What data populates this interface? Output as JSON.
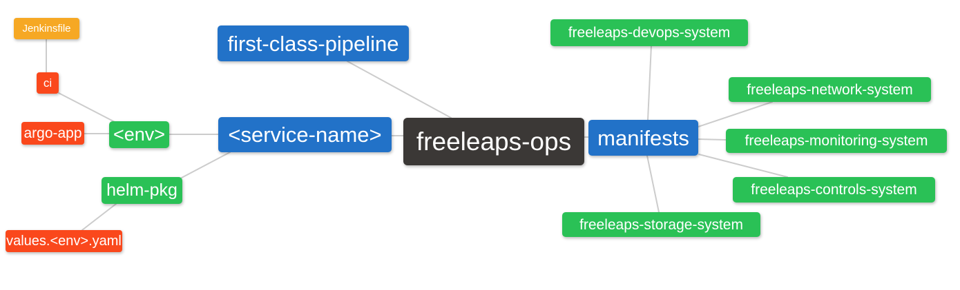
{
  "diagram": {
    "type": "mindmap",
    "root_label": "freeleaps-ops",
    "palette": {
      "blue": "#2272C8",
      "green": "#2AC156",
      "red": "#FA481C",
      "orange": "#F6A824",
      "dark": "#3B3836",
      "edge": "#CCCCCC",
      "text": "#FFFFFF",
      "background": "#FFFFFF"
    },
    "nodes": [
      {
        "id": "jenkinsfile",
        "label": "Jenkinsfile",
        "color": "orange"
      },
      {
        "id": "ci",
        "label": "ci",
        "color": "red"
      },
      {
        "id": "argo-app",
        "label": "argo-app",
        "color": "red"
      },
      {
        "id": "env",
        "label": "<env>",
        "color": "green"
      },
      {
        "id": "first-class-pipeline",
        "label": "first-class-pipeline",
        "color": "blue"
      },
      {
        "id": "service-name",
        "label": "<service-name>",
        "color": "blue"
      },
      {
        "id": "helm-pkg",
        "label": "helm-pkg",
        "color": "green"
      },
      {
        "id": "values-env-yaml",
        "label": "values.<env>.yaml",
        "color": "red"
      },
      {
        "id": "freeleaps-ops",
        "label": "freeleaps-ops",
        "color": "dark"
      },
      {
        "id": "manifests",
        "label": "manifests",
        "color": "blue"
      },
      {
        "id": "freeleaps-devops-system",
        "label": "freeleaps-devops-system",
        "color": "green"
      },
      {
        "id": "freeleaps-network-system",
        "label": "freeleaps-network-system",
        "color": "green"
      },
      {
        "id": "freeleaps-monitoring-system",
        "label": "freeleaps-monitoring-system",
        "color": "green"
      },
      {
        "id": "freeleaps-controls-system",
        "label": "freeleaps-controls-system",
        "color": "green"
      },
      {
        "id": "freeleaps-storage-system",
        "label": "freeleaps-storage-system",
        "color": "green"
      }
    ],
    "edges": [
      [
        "jenkinsfile",
        "ci"
      ],
      [
        "ci",
        "env"
      ],
      [
        "argo-app",
        "env"
      ],
      [
        "env",
        "service-name"
      ],
      [
        "service-name",
        "helm-pkg"
      ],
      [
        "helm-pkg",
        "values-env-yaml"
      ],
      [
        "first-class-pipeline",
        "freeleaps-ops"
      ],
      [
        "service-name",
        "freeleaps-ops"
      ],
      [
        "freeleaps-ops",
        "manifests"
      ],
      [
        "manifests",
        "freeleaps-devops-system"
      ],
      [
        "manifests",
        "freeleaps-network-system"
      ],
      [
        "manifests",
        "freeleaps-monitoring-system"
      ],
      [
        "manifests",
        "freeleaps-controls-system"
      ],
      [
        "manifests",
        "freeleaps-storage-system"
      ]
    ]
  }
}
